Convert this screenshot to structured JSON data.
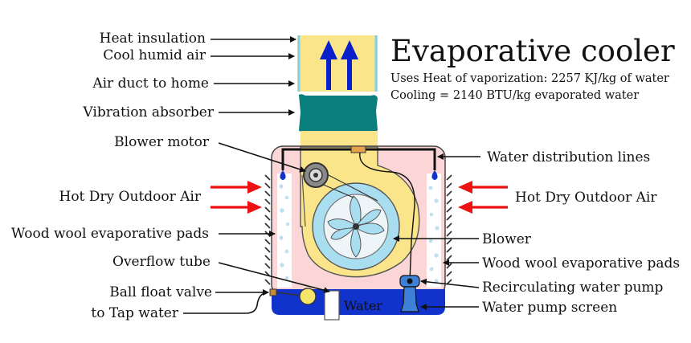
{
  "title": "Evaporative cooler",
  "subtitle_lines": [
    "Uses Heat of vaporization: 2257 KJ/kg of water",
    "Cooling = 2140 BTU/kg evaporated water"
  ],
  "labels": {
    "heat_insulation": "Heat insulation",
    "cool_humid_air": "Cool humid air",
    "air_duct": "Air duct to home",
    "vibration_absorber": "Vibration absorber",
    "blower_motor": "Blower motor",
    "hot_air_left": "Hot Dry Outdoor Air",
    "pads_left": "Wood wool evaporative pads",
    "overflow_tube": "Overflow tube",
    "ball_float_valve": "Ball float valve",
    "tap_water": "to Tap water",
    "water_lines": "Water distribution lines",
    "hot_air_right": "Hot Dry Outdoor Air",
    "blower": "Blower",
    "pads_right": "Wood wool evaporative pads",
    "pump": "Recirculating water pump",
    "pump_screen": "Water pump screen",
    "water": "Water"
  },
  "colors": {
    "duct_yellow": "#fbe58a",
    "housing_pink": "#fcd6d6",
    "absorber_teal": "#0a7f7d",
    "water_blue": "#1133cc",
    "arrow_red": "#ee1111",
    "arrow_blue": "#0a1fcc",
    "fan_blue": "#a9ddf0"
  }
}
